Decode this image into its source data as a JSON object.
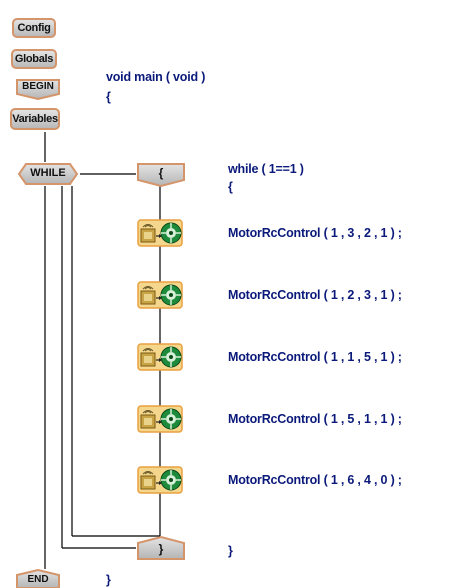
{
  "blocks": {
    "config": "Config",
    "globals": "Globals",
    "begin": "BEGIN",
    "variables": "Variables",
    "while": "WHILE",
    "loop_open": "{",
    "loop_close": "}",
    "end": "END"
  },
  "code": {
    "main_decl": "void main ( void )",
    "main_open": "{",
    "while_decl": "while ( 1==1 )",
    "while_open": "{",
    "while_close": "}",
    "main_close": "}"
  },
  "motor_calls": [
    "MotorRcControl ( 1 , 3 , 2 , 1 ) ;",
    "MotorRcControl ( 1 , 2 , 3 , 1 ) ;",
    "MotorRcControl ( 1 , 1 , 5 , 1 ) ;",
    "MotorRcControl ( 1 , 5 , 1 , 1 ) ;",
    "MotorRcControl ( 1 , 6 , 4 , 0 ) ;"
  ],
  "icons": {
    "motor": "motor-rc-control-icon"
  },
  "colors": {
    "block_border": "#d4956a",
    "block_fill": "#cfcfcf",
    "code_text": "#0b1a7a",
    "icon_frame": "#e8a040",
    "icon_wheel": "#1e8a3c"
  }
}
